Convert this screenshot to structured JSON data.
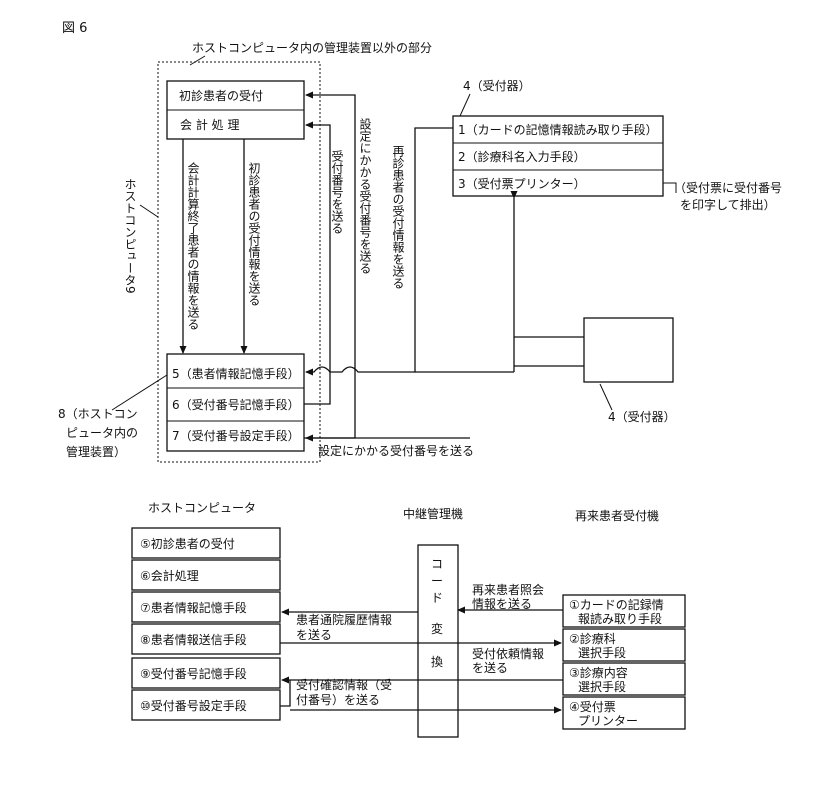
{
  "figure_label": "図 6",
  "top": {
    "host_other_part_label": "ホストコンピュータ内の管理装置以外の部分",
    "host_computer_label": "ホストコンピュータ9",
    "host_management_device_label": [
      "8（ホストコン",
      "ピュータ内の",
      "管理装置）"
    ],
    "upper_box_items": [
      "初診患者の受付",
      "会 計 処 理"
    ],
    "lower_box_items": [
      "5（患者情報記憶手段）",
      "6（受付番号記憶手段）",
      "7（受付番号設定手段）"
    ],
    "receiver_label": "4（受付器）",
    "receiver_items": [
      "1（カードの記憶情報読み取り手段）",
      "2（診療科名入力手段）",
      "3（受付票プリンター）"
    ],
    "print_note": [
      "（受付票に受付番号",
      "を印字して排出）"
    ],
    "receiver2_label": "4（受付器）",
    "arrow_labels": {
      "accounting_done": "会計計算終了患者の情報を送る",
      "first_visit_info": "初診患者の受付情報を送る",
      "send_number": "受付番号を送る",
      "send_set_number": "設定にかかる受付番号を送る",
      "revisit_info": "再診患者の受付情報を送る",
      "bottom_set_number": "設定にかかる受付番号を送る"
    }
  },
  "bottom": {
    "host_title": "ホストコンピュータ",
    "relay_title": "中継管理機",
    "revisit_title": "再来患者受付機",
    "host_items": [
      "⑤初診患者の受付",
      "⑥会計処理",
      "⑦患者情報記憶手段",
      "⑧患者情報送信手段",
      "⑨受付番号記憶手段",
      "⑩受付番号設定手段"
    ],
    "code_conversion_chars": [
      "コ",
      "ー",
      "ド",
      "変",
      "換"
    ],
    "revisit_items": [
      [
        "①カードの記録情",
        "報読み取り手段"
      ],
      [
        "②診療科",
        "選択手段"
      ],
      [
        "③診療内容",
        "選択手段"
      ],
      [
        "④受付票",
        "プリンター"
      ]
    ],
    "flow_labels": {
      "query": [
        "再来患者照会",
        "情報を送る"
      ],
      "history": [
        "患者通院履歴情報",
        "を送る"
      ],
      "request": [
        "受付依頼情報",
        "を送る"
      ],
      "confirm": [
        "受付確認情報（受",
        "付番号）を送る"
      ]
    }
  }
}
